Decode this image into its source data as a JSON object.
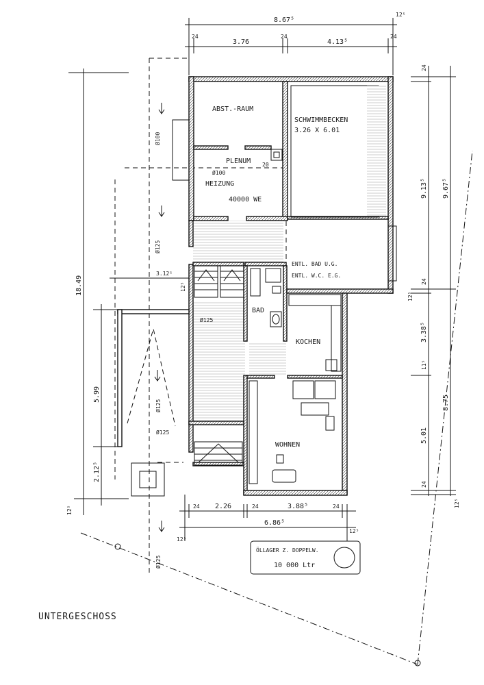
{
  "plan": {
    "title": "UNTERGESCHOSS",
    "rooms": {
      "abstellraum": "ABST.-RAUM",
      "plenum": "PLENUM",
      "plenum_sub": "20",
      "heizung": "HEIZUNG",
      "heizung_power": "40000 WE",
      "schwimmbecken": "SCHWIMMBECKEN",
      "schwimmbecken_size": "3.26 X 6.01",
      "bad": "BAD",
      "kochen": "KOCHEN",
      "wohnen": "WOHNEN"
    },
    "notes": {
      "entl_bad": "ENTL. BAD U.G.",
      "entl_wc": "ENTL. W.C. E.G.",
      "tank_line1": "ÖLLAGER Z. DOPPELW.",
      "tank_line2": "10 000 Ltr"
    },
    "pipes": {
      "d100a": "Ø100",
      "d100b": "Ø100",
      "d125a": "Ø125",
      "d125b": "Ø125",
      "d125c": "Ø125",
      "d125d": "Ø125",
      "d125e": "Ø125"
    },
    "dims_top": {
      "overall": "8.67⁵",
      "right_12": "12⁵",
      "w24a": "24",
      "w376": "3.76",
      "w24b": "24",
      "w413": "4.13⁵",
      "w24c": "24"
    },
    "dims_right": {
      "t24": "24",
      "h913": "9.13⁵",
      "h967": "9.67⁵",
      "m24": "24",
      "m125": "12⁵",
      "h338": "3.38⁵",
      "h115": "11⁵",
      "h875": "8.75",
      "h501": "5.01",
      "b24": "24",
      "b125": "12⁵"
    },
    "dims_left": {
      "overall": "18.49",
      "h599": "5.99",
      "h212": "2.12⁵",
      "b125": "12⁵",
      "w312": "3.12⁵",
      "w125": "12⁵"
    },
    "dims_bottom": {
      "w24a": "24",
      "w226": "2.26",
      "w24b": "24",
      "w388": "3.88⁵",
      "w24c": "24",
      "w686": "6.86⁵",
      "r125": "12⁵",
      "l125": "12⁵"
    }
  }
}
